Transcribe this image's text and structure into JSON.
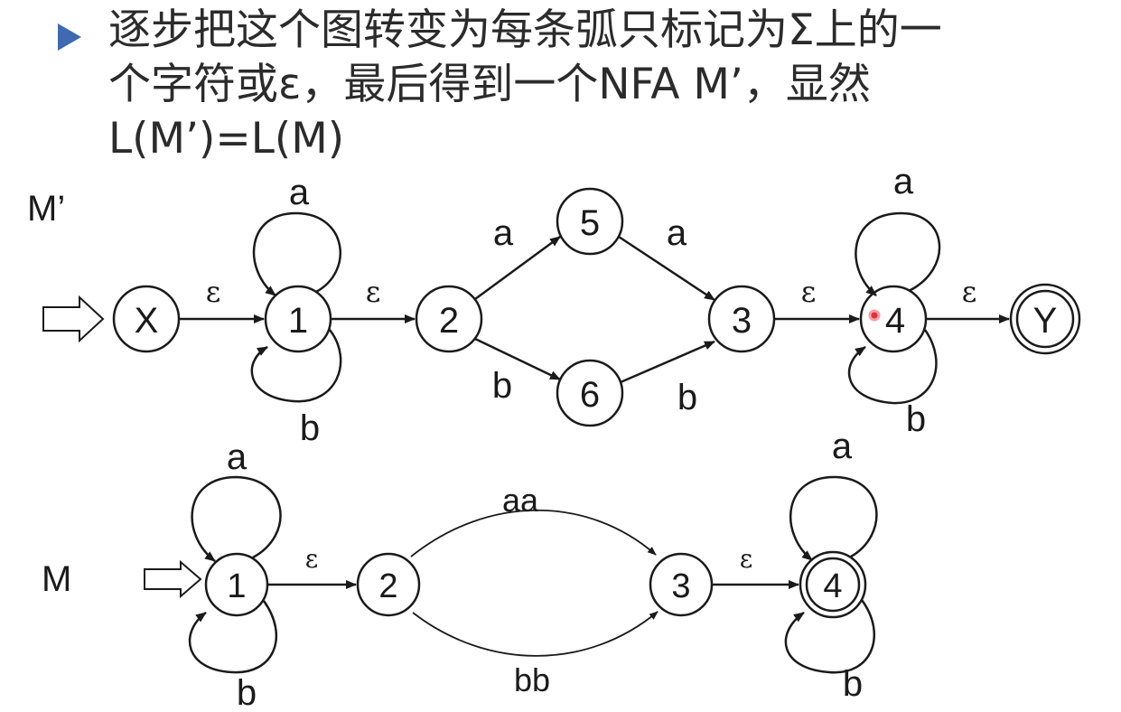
{
  "header": {
    "line1": "逐步把这个图转变为每条弧只标记为Σ上的一",
    "line2": "个字符或ε，最后得到一个NFA M’，显然",
    "line3": "L(M’)=L(M)"
  },
  "diagram_top": {
    "name": "M’",
    "nodes": {
      "X": "X",
      "n1": "1",
      "n2": "2",
      "n5": "5",
      "n6": "6",
      "n3": "3",
      "n4": "4",
      "Y": "Y"
    },
    "edges": {
      "X_1": "ε",
      "loop1_top": "a",
      "loop1_bottom": "b",
      "e1_2": "ε",
      "e2_5": "a",
      "e5_3": "a",
      "e2_6": "b",
      "e6_3": "b",
      "e3_4": "ε",
      "loop4_top": "a",
      "loop4_bottom": "b",
      "e4_Y": "ε"
    }
  },
  "diagram_bottom": {
    "name": "M",
    "nodes": {
      "n1": "1",
      "n2": "2",
      "n3": "3",
      "n4": "4"
    },
    "edges": {
      "loop1_top": "a",
      "loop1_bottom": "b",
      "e1_2": "ε",
      "e2_3_top": "aa",
      "e2_3_bottom": "bb",
      "e3_4": "ε",
      "loop4_top": "a",
      "loop4_bottom": "b"
    }
  }
}
